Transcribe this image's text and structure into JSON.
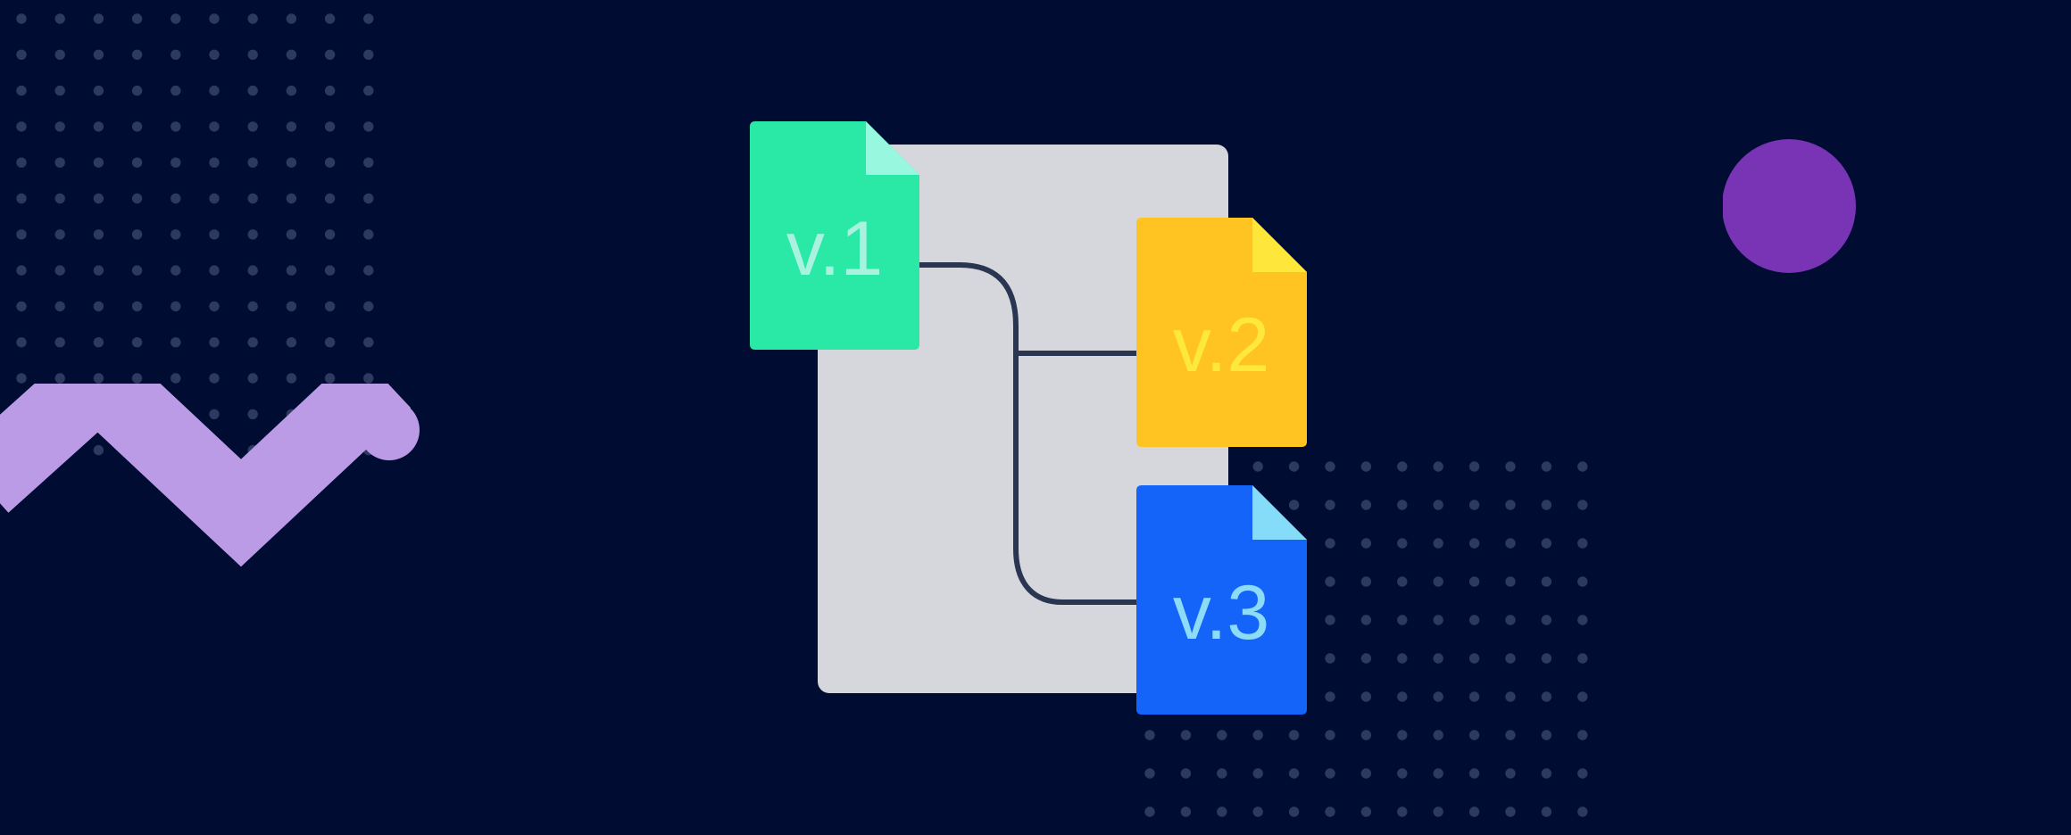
{
  "colors": {
    "background": "#000c32",
    "dots": "#2d3a5f",
    "zigzag": "#bb9be6",
    "circle": "#7834b4",
    "document": "#d6d7dc",
    "connector": "#2a3552"
  },
  "versions": [
    {
      "label": "v.1",
      "icon": "file-icon",
      "fill": "#2ae8a6",
      "fold": "#98f8df",
      "text": "#a9f2df"
    },
    {
      "label": "v.2",
      "icon": "file-icon",
      "fill": "#ffc421",
      "fold": "#ffe63a",
      "text": "#ffe83c"
    },
    {
      "label": "v.3",
      "icon": "file-icon",
      "fill": "#1464fa",
      "fold": "#84dcf8",
      "text": "#8cdcf7"
    }
  ]
}
